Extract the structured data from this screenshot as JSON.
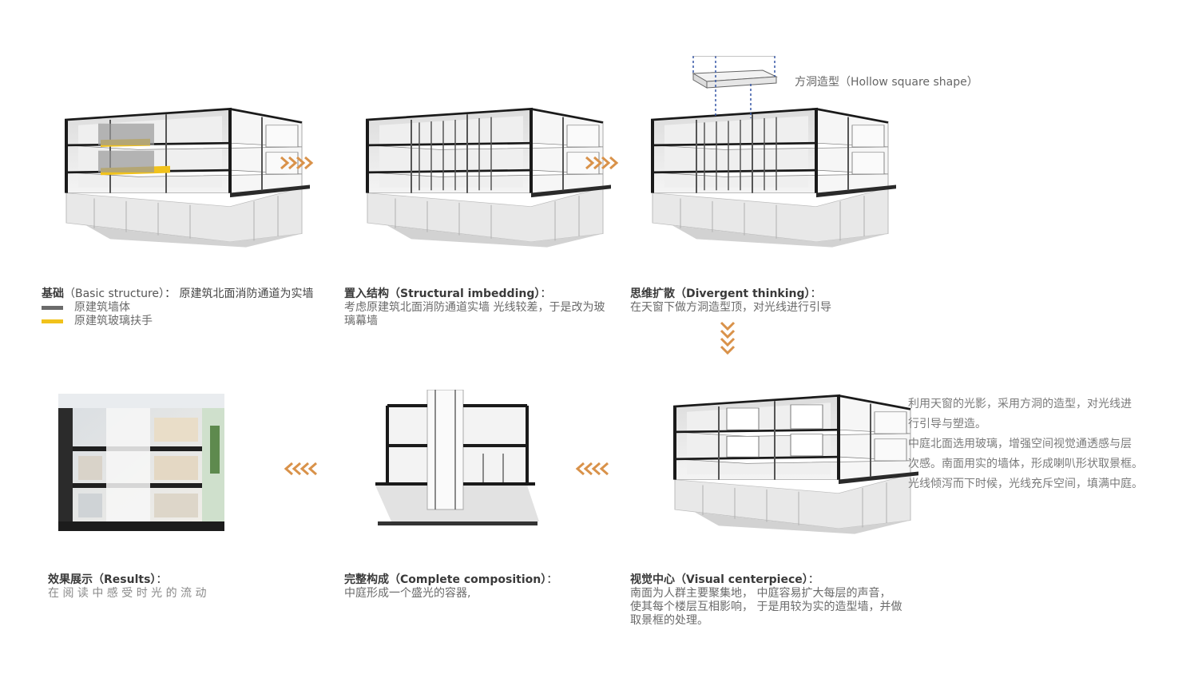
{
  "colors": {
    "accent_arrow": "#d9924a",
    "legend_wall": "#6b6b6b",
    "legend_glass_rail": "#f1c21b",
    "structure_dark": "#1a1a1a",
    "text_gray": "#6a6a6a"
  },
  "stages": {
    "basic": {
      "title_zh": "基础",
      "title_en": "（Basic structure）",
      "desc": "：  原建筑北面消防通道为实墙",
      "legend": [
        {
          "label": "原建筑墙体"
        },
        {
          "label": "原建筑玻璃扶手"
        }
      ]
    },
    "embedding": {
      "title_zh": "置入结构",
      "title_en": "（Structural imbedding）",
      "title_suffix": "：",
      "desc_line1": "考虑原建筑北面消防通道实墙 光线较差，于是改为玻",
      "desc_line2": "璃幕墙"
    },
    "divergent": {
      "title_zh": "思维扩散",
      "title_en": "（Divergent thinking）",
      "title_suffix": "：",
      "desc_line1": "在天窗下做方洞造型顶，对光线进行引导",
      "callout": "方洞造型（Hollow square shape）"
    },
    "visual": {
      "title_zh": "视觉中心",
      "title_en": "（Visual centerpiece）",
      "title_suffix": "：",
      "desc_line1": "南面为人群主要聚集地，  中庭容易扩大每层的声音，",
      "desc_line2": " 使其每个楼层互相影响，  于是用较为实的造型墙，并做",
      "desc_line3": "取景框的处理。"
    },
    "complete": {
      "title_zh": "完整构成",
      "title_en": "（Complete composition）",
      "title_suffix": "：",
      "desc_line1": "中庭形成一个盛光的容器,"
    },
    "results": {
      "title_zh": "效果展示",
      "title_en": "（Results）",
      "title_suffix": "：",
      "desc_line1": "在 阅 读 中 感 受 时 光 的 流 动"
    },
    "side_note": [
      "利用天窗的光影，采用方洞的造型，对光线进",
      "行引导与塑造。",
      "中庭北面选用玻璃，增强空间视觉通透感与层",
      "次感。南面用实的墙体，形成喇叭形状取景框。",
      "光线倾泻而下时候，光线充斥空间，填满中庭。"
    ]
  },
  "icons": {
    "arrow_right": "chevron-right-icon",
    "arrow_down": "chevron-down-icon",
    "arrow_left": "chevron-left-icon"
  }
}
